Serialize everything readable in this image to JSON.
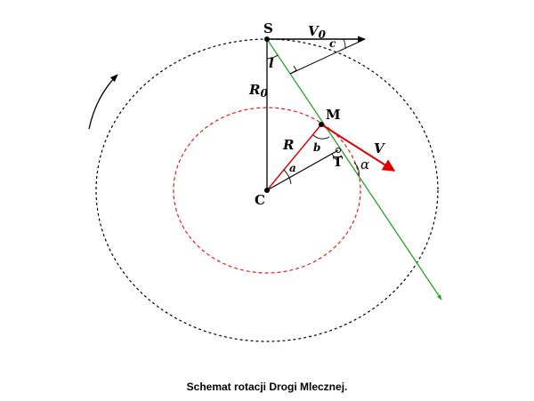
{
  "caption": "Schemat rotacji Drogi Mlecznej.",
  "labels": {
    "S": "S",
    "V0": "V",
    "V0_sub": "0",
    "c": "c",
    "l": "l",
    "R0": "R",
    "R0_sub": "0",
    "M": "M",
    "R": "R",
    "b": "b",
    "V": "V",
    "T": "T",
    "alpha": "α",
    "a": "a",
    "C": "C"
  },
  "colors": {
    "outer_orbit": "#000000",
    "inner_orbit": "#e02020",
    "line_of_sight": "#2aa02a",
    "velocity_M": "#e00000",
    "lines": "#000000"
  }
}
